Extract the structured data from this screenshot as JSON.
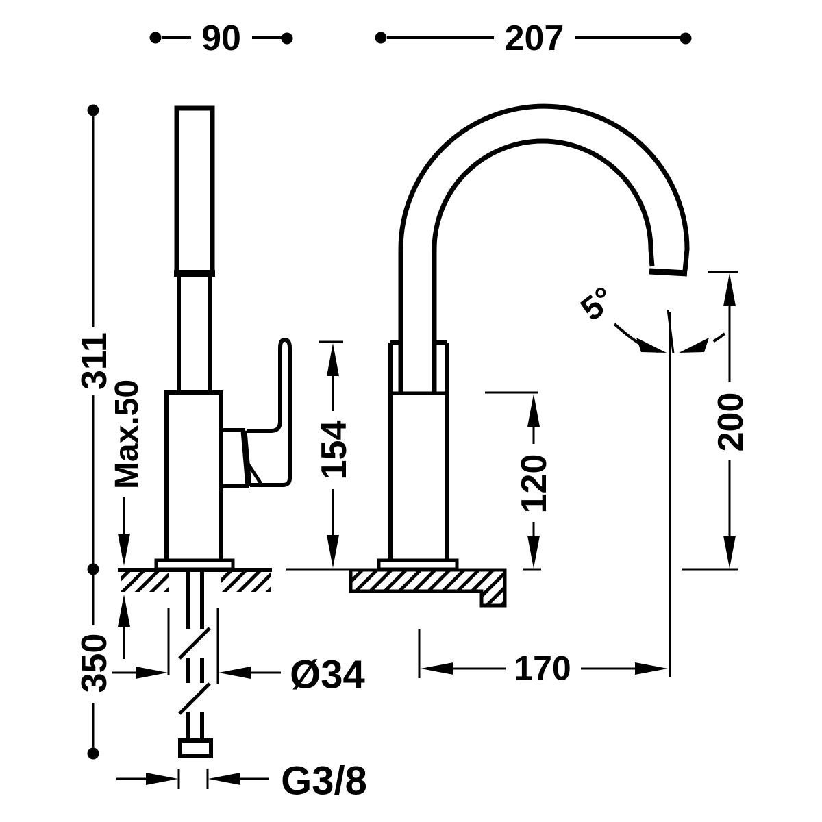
{
  "drawing": {
    "type": "faucet installation dimension drawing",
    "line_color": "#000000",
    "background_color": "#ffffff"
  },
  "dimensions": {
    "width_side_view": "90",
    "width_front_view": "207",
    "total_height": "311",
    "max_mounting_thickness": "Max.50",
    "handle_height": "154",
    "spout_clearance_height": "120",
    "outlet_height": "200",
    "outlet_angle": "5°",
    "hose_length": "350",
    "hole_diameter": "Ø34",
    "spout_reach": "170",
    "thread_size": "G3/8"
  }
}
